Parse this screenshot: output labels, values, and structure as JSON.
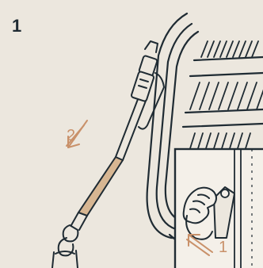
{
  "step": {
    "number": "1"
  },
  "callouts": {
    "pull_strap": "2",
    "lift_buckle": "1"
  },
  "colors": {
    "background": "#ece7de",
    "line": "#1f2b33",
    "strap_highlight": "#d7b692",
    "callout": "#c9916a",
    "inset_fill": "#f4f0e9"
  },
  "icons": {
    "seat_back": "car-seat-back-illustration",
    "strap": "harness-strap-illustration",
    "arrow_down_left": "arrow-down-left-icon",
    "arrow_up_left": "arrow-up-left-icon",
    "hand": "hand-illustration"
  }
}
